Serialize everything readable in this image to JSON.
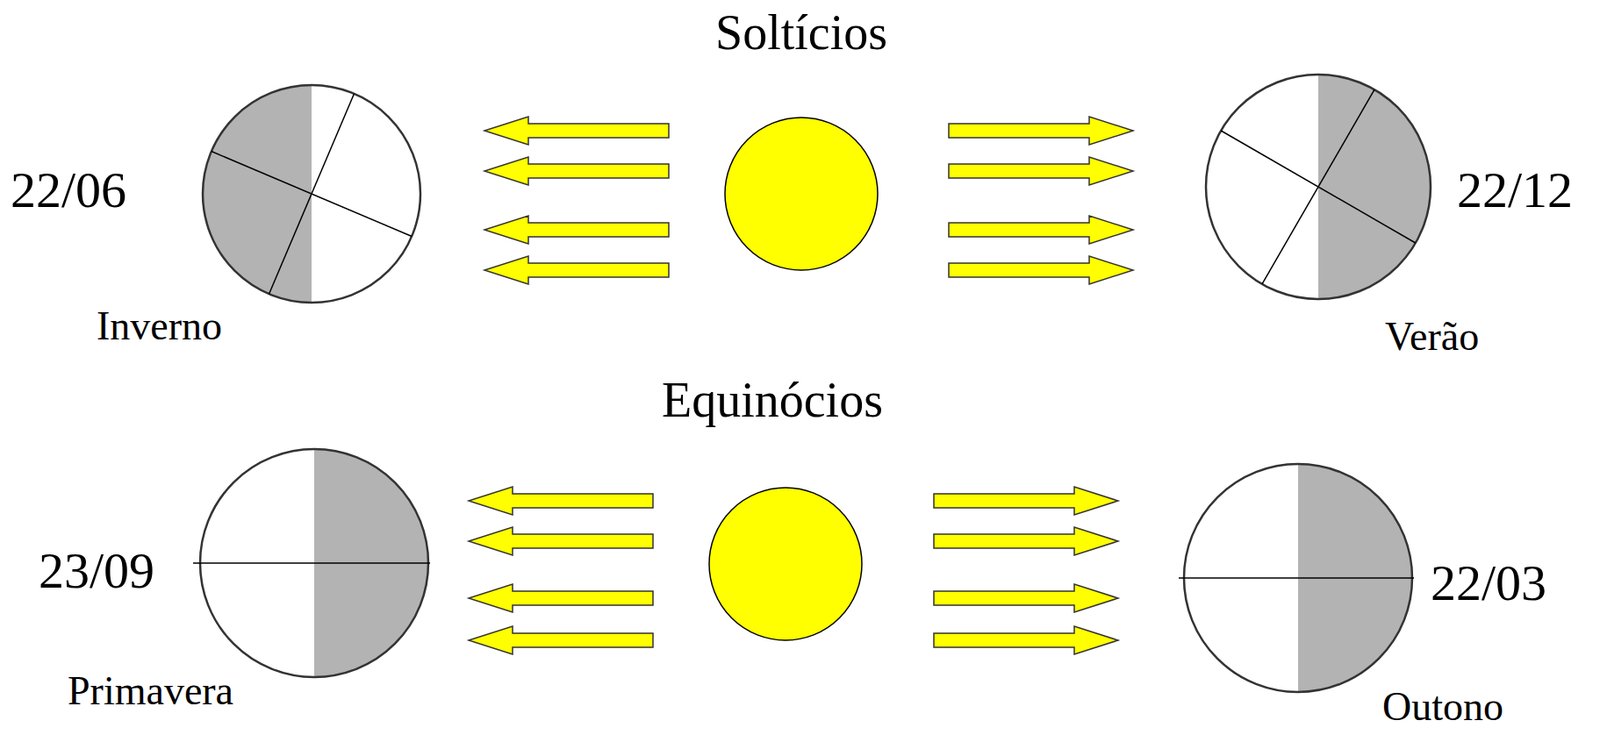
{
  "diagram": {
    "labels": [
      "Soltícios",
      "22/06",
      "22/12",
      "Inverno",
      "Verão",
      "Equinócios",
      "23/09",
      "22/03",
      "Primavera",
      "Outono"
    ]
  }
}
